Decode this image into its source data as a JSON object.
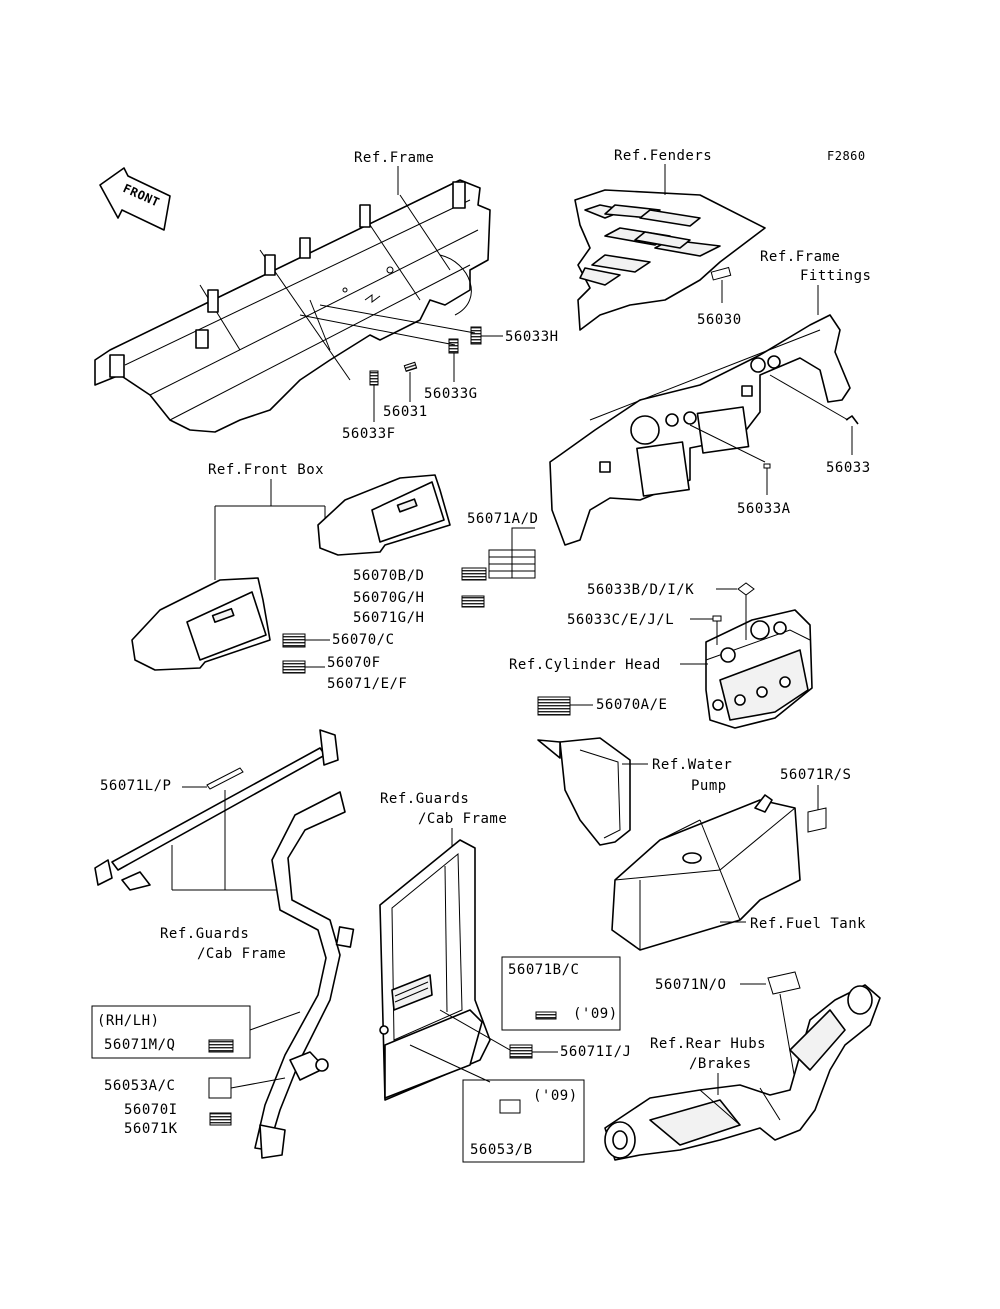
{
  "figure_code": "F2860",
  "front_arrow_label": "FRONT",
  "references": {
    "frame": "Ref.Frame",
    "fenders": "Ref.Fenders",
    "frame_fittings_1": "Ref.Frame",
    "frame_fittings_2": "Fittings",
    "front_box": "Ref.Front Box",
    "cylinder_head": "Ref.Cylinder Head",
    "water_pump_1": "Ref.Water",
    "water_pump_2": "Pump",
    "guards_left_1": "Ref.Guards",
    "guards_left_2": "/Cab Frame",
    "guards_mid_1": "Ref.Guards",
    "guards_mid_2": "/Cab Frame",
    "fuel_tank": "Ref.Fuel Tank",
    "rear_hubs_1": "Ref.Rear Hubs",
    "rear_hubs_2": "/Brakes"
  },
  "parts": {
    "p56033H": "56033H",
    "p56033G": "56033G",
    "p56031": "56031",
    "p56033F": "56033F",
    "p56030": "56030",
    "p56033": "56033",
    "p56033A": "56033A",
    "p56071AD": "56071A/D",
    "p56070BD": "56070B/D",
    "p56070GH": "56070G/H",
    "p56071GH": "56071G/H",
    "p56070C": "56070/C",
    "p56070F": "56070F",
    "p56071EF": "56071/E/F",
    "p56033BDIK": "56033B/D/I/K",
    "p56033CEJL": "56033C/E/J/L",
    "p56070AE": "56070A/E",
    "p56071LP": "56071L/P",
    "p56071RS": "56071R/S",
    "p56071BC": "56071B/C",
    "p56071NO": "56071N/O",
    "rh_lh": "(RH/LH)",
    "p56071MQ": "56071M/Q",
    "p56053AC": "56053A/C",
    "p56070I": "56070I",
    "p56071K": "56071K",
    "p56071IJ": "56071I/J",
    "p56053B": "56053/B",
    "year_09_a": "('09)",
    "year_09_b": "('09)"
  }
}
